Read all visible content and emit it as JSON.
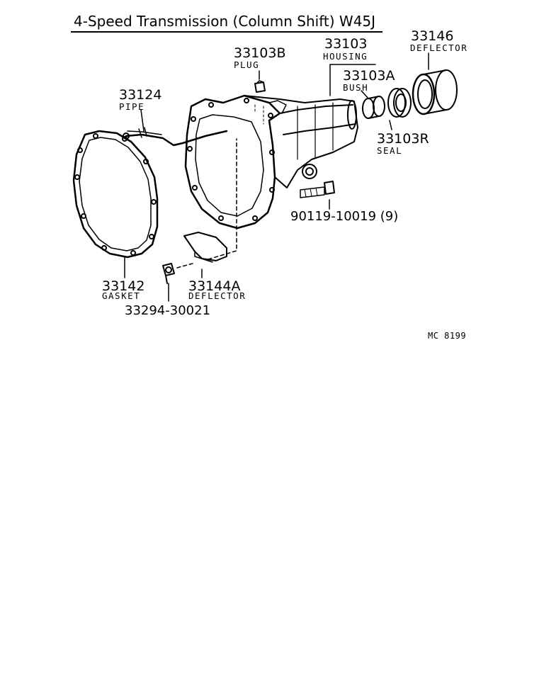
{
  "title": "4-Speed Transmission (Column Shift) W45J",
  "parts": {
    "plug": {
      "number": "33103B",
      "name": "PLUG"
    },
    "housing": {
      "number": "33103",
      "name": "HOUSING"
    },
    "bush": {
      "number": "33103A",
      "name": "BUSH"
    },
    "seal": {
      "number": "33103R",
      "name": "SEAL"
    },
    "deflector_rear": {
      "number": "33146",
      "name": "DEFLECTOR"
    },
    "pipe": {
      "number": "33124",
      "name": "PIPE"
    },
    "bolt": {
      "number": "90119-10019 (9)"
    },
    "gasket": {
      "number": "33142",
      "name": "GASKET"
    },
    "deflector_front": {
      "number": "33144A",
      "name": "DEFLECTOR"
    },
    "screw": {
      "number": "33294-30021"
    }
  },
  "diagram_code": "MC 8199",
  "colors": {
    "ink": "#000000",
    "paper": "#ffffff"
  }
}
